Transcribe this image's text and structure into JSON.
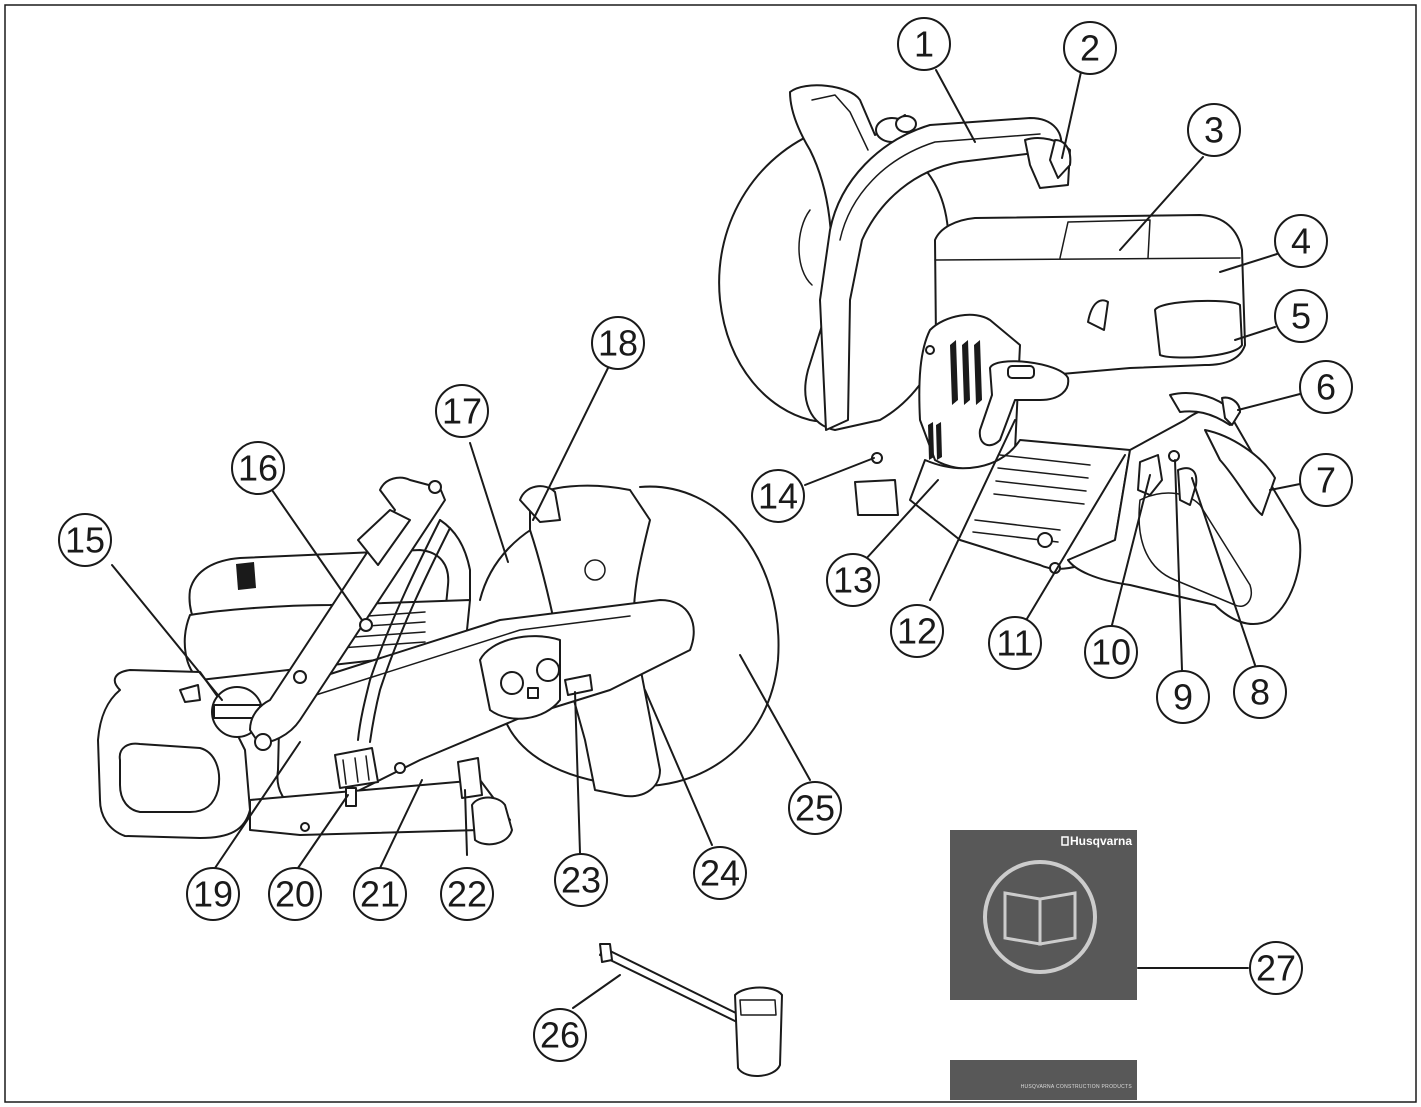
{
  "callouts": [
    "1",
    "2",
    "3",
    "4",
    "5",
    "6",
    "7",
    "8",
    "9",
    "10",
    "11",
    "12",
    "13",
    "14",
    "15",
    "16",
    "17",
    "18",
    "19",
    "20",
    "21",
    "22",
    "23",
    "24",
    "25",
    "26",
    "27"
  ],
  "manual": {
    "brand": "Husqvarna",
    "back_cover_text": "HUSQVARNA CONSTRUCTION PRODUCTS"
  },
  "icons": [
    "book-icon",
    "husqvarna-logo-icon"
  ],
  "colors": {
    "manual_cover": "#585858",
    "line": "#1a1a1a",
    "background": "#ffffff"
  }
}
